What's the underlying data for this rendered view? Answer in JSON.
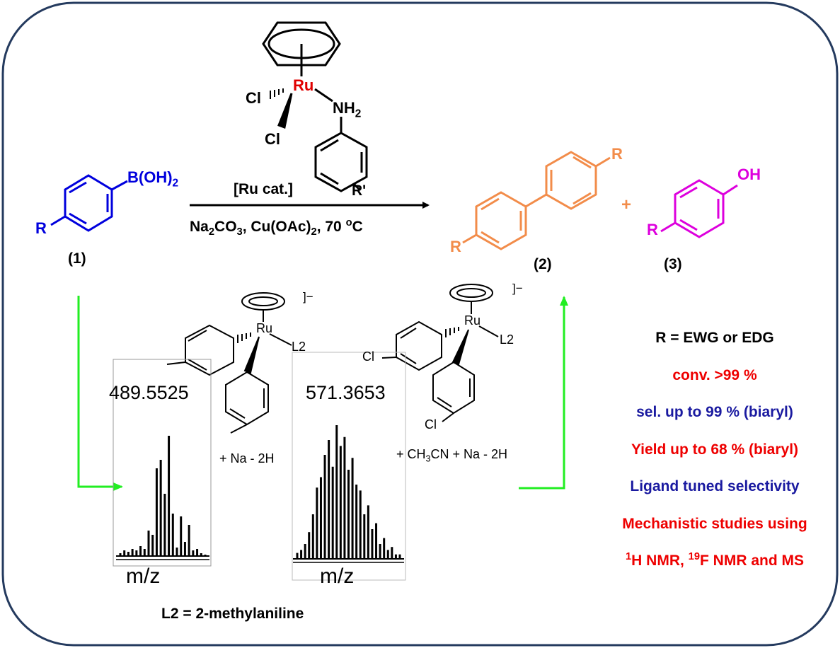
{
  "colors": {
    "frame": "#243a5e",
    "reactant": "#0000dd",
    "biaryl": "#f28c4a",
    "phenol": "#dd00dd",
    "arrow_green": "#22ee22",
    "ru": "#e00000",
    "red_text": "#ee0000",
    "blue_text": "#1a1aa0"
  },
  "catalyst": {
    "metal": "Ru",
    "cl1": "Cl",
    "cl2": "Cl",
    "amine_main": "NH",
    "amine_sub": "2",
    "subst": "R'"
  },
  "reaction": {
    "above_arrow": "[Ru cat.]",
    "below_arrow": {
      "p1": "Na",
      "s1": "2",
      "p2": "CO",
      "s2": "3",
      "p3": ", Cu(OAc)",
      "s3": "2",
      "p4": ", 70 ",
      "sup": "o",
      "p5": "C"
    }
  },
  "reactant": {
    "group_main": "B(OH)",
    "group_sub": "2",
    "r": "R",
    "label": "(1)"
  },
  "product_biaryl": {
    "r1": "R",
    "r2": "R",
    "label": "(2)"
  },
  "plus": "+",
  "product_phenol": {
    "group": "OH",
    "r": "R",
    "label": "(3)"
  },
  "intermediates": {
    "left": {
      "metal": "Ru",
      "ligand": "L2",
      "charge": "]−",
      "mass": "489.5525",
      "adduct": "+ Na - 2H",
      "axis": "m/z",
      "peaks": [
        0.02,
        0.04,
        0.03,
        0.05,
        0.04,
        0.07,
        0.05,
        0.18,
        0.15,
        0.62,
        0.68,
        0.44,
        0.85,
        0.3,
        0.06,
        0.28,
        0.1,
        0.22,
        0.04,
        0.05,
        0.02,
        0.01
      ]
    },
    "right": {
      "metal": "Ru",
      "ligand": "L2",
      "charge": "]−",
      "cl1": "Cl",
      "cl2": "Cl",
      "mass": "571.3653",
      "adduct_p1": "+ CH",
      "adduct_s1": "3",
      "adduct_p2": "CN + Na - 2H",
      "axis": "m/z",
      "peaks": [
        0.04,
        0.06,
        0.1,
        0.18,
        0.3,
        0.48,
        0.55,
        0.7,
        0.8,
        0.62,
        0.9,
        0.76,
        0.82,
        0.6,
        0.68,
        0.5,
        0.46,
        0.3,
        0.36,
        0.2,
        0.24,
        0.1,
        0.14,
        0.06,
        0.08,
        0.03,
        0.03
      ]
    }
  },
  "l2_definition": "L2 = 2-methylaniline",
  "summary": {
    "r_def": "R = EWG or EDG",
    "conv": "conv. >99 %",
    "sel": "sel.  up to 99 % (biaryl)",
    "yield": "Yield up to 68 % (biaryl)",
    "ligand": "Ligand tuned selectivity",
    "mech": "Mechanistic studies using",
    "nmr": {
      "sup1": "1",
      "t1": "H NMR, ",
      "sup2": "19",
      "t2": "F NMR and MS"
    }
  }
}
